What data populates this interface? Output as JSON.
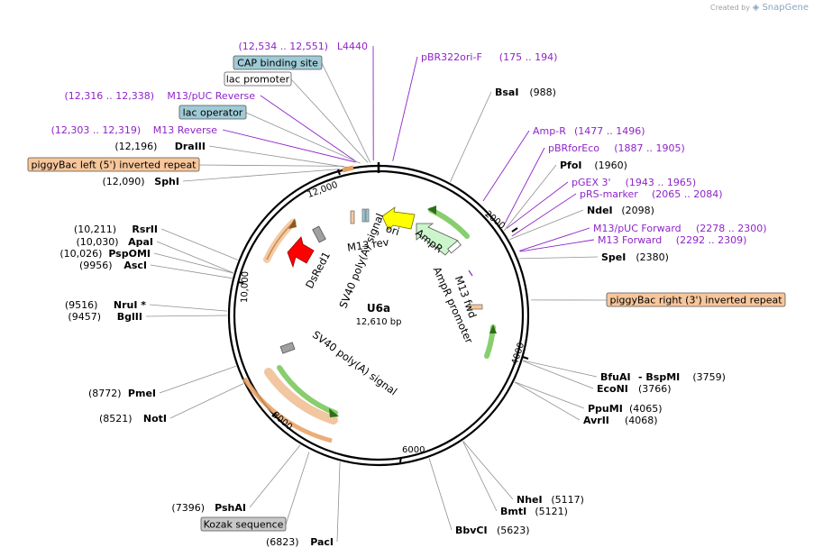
{
  "credit": {
    "prefix": "Created by",
    "brand": "SnapGene"
  },
  "plasmid": {
    "name": "U6a",
    "length_label": "12,610 bp"
  },
  "ticks": [
    {
      "label": "2000",
      "pos": 2000
    },
    {
      "label": "4000",
      "pos": 4000
    },
    {
      "label": "6000",
      "pos": 6000
    },
    {
      "label": "8000",
      "pos": 8000
    },
    {
      "label": "10,000",
      "pos": 10000
    },
    {
      "label": "12,000",
      "pos": 12000
    }
  ],
  "enzymes": [
    {
      "name": "BsaI",
      "pos_label": "(988)",
      "pos": 988
    },
    {
      "name": "PfoI",
      "pos_label": "(1960)",
      "pos": 1960
    },
    {
      "name": "NdeI",
      "pos_label": "(2098)",
      "pos": 2098
    },
    {
      "name": "SpeI",
      "pos_label": "(2380)",
      "pos": 2380
    },
    {
      "name": "BfuAI",
      "name2": "- BspMI",
      "pos_label": "(3759)",
      "pos": 3759
    },
    {
      "name": "EcoNI",
      "pos_label": "(3766)",
      "pos": 3766
    },
    {
      "name": "PpuMI",
      "pos_label": "(4065)",
      "pos": 4065
    },
    {
      "name": "AvrII",
      "pos_label": "(4068)",
      "pos": 4068
    },
    {
      "name": "NheI",
      "pos_label": "(5117)",
      "pos": 5117
    },
    {
      "name": "BmtI",
      "pos_label": "(5121)",
      "pos": 5121
    },
    {
      "name": "BbvCI",
      "pos_label": "(5623)",
      "pos": 5623
    },
    {
      "name": "PacI",
      "pos_label": "(6823)",
      "pos": 6823
    },
    {
      "name": "PshAI",
      "pos_label": "(7396)",
      "pos": 7396
    },
    {
      "name": "NotI",
      "pos_label": "(8521)",
      "pos": 8521
    },
    {
      "name": "PmeI",
      "pos_label": "(8772)",
      "pos": 8772
    },
    {
      "name": "BglII",
      "pos_label": "(9457)",
      "pos": 9457
    },
    {
      "name": "NruI *",
      "pos_label": "(9516)",
      "pos": 9516
    },
    {
      "name": "AscI",
      "pos_label": "(9956)",
      "pos": 9956
    },
    {
      "name": "PspOMI",
      "pos_label": "(10,026)",
      "pos": 10026
    },
    {
      "name": "ApaI",
      "pos_label": "(10,030)",
      "pos": 10030
    },
    {
      "name": "RsrII",
      "pos_label": "(10,211)",
      "pos": 10211
    },
    {
      "name": "SphI",
      "pos_label": "(12,090)",
      "pos": 12090
    },
    {
      "name": "DraIII",
      "pos_label": "(12,196)",
      "pos": 12196
    }
  ],
  "primers": [
    {
      "name": "L4440",
      "range": "(12,534 .. 12,551)",
      "pos": 12542
    },
    {
      "name": "pBR322ori-F",
      "range": "(175 .. 194)",
      "pos": 184
    },
    {
      "name": "M13/pUC Reverse",
      "range": "(12,316 .. 12,338)",
      "pos": 12327
    },
    {
      "name": "M13 Reverse",
      "range": "(12,303 .. 12,319)",
      "pos": 12311
    },
    {
      "name": "Amp-R",
      "range": "(1477 .. 1496)",
      "pos": 1486
    },
    {
      "name": "pBRforEco",
      "range": "(1887 .. 1905)",
      "pos": 1896
    },
    {
      "name": "pGEX 3'",
      "range": "(1943 .. 1965)",
      "pos": 1954
    },
    {
      "name": "pRS-marker",
      "range": "(2065 .. 2084)",
      "pos": 2074
    },
    {
      "name": "M13/pUC Forward",
      "range": "(2278 .. 2300)",
      "pos": 2289
    },
    {
      "name": "M13 Forward",
      "range": "(2292 .. 2309)",
      "pos": 2300
    }
  ],
  "boxed_features": [
    {
      "name": "CAP binding site",
      "color": "#9fcbd6",
      "pos": 12500
    },
    {
      "name": "lac promoter",
      "color": "#ffffff",
      "pos": 12470
    },
    {
      "name": "lac operator",
      "color": "#9fcbd6",
      "pos": 12370
    },
    {
      "name": "piggyBac left (5') inverted repeat",
      "color": "#f7c69b",
      "pos": 12150
    },
    {
      "name": "piggyBac right (3') inverted repeat",
      "color": "#f7c69b",
      "pos": 2950
    },
    {
      "name": "Kozak sequence",
      "color": "#c8c8c8",
      "pos": 7250
    }
  ],
  "inner_features": [
    {
      "name": "ori",
      "color": "#ffff00"
    },
    {
      "name": "AmpR",
      "color": "#ccf5cc"
    },
    {
      "name": "AmpR promoter",
      "color": "#ffffff"
    },
    {
      "name": "M13 fwd",
      "color": "#ffffff"
    },
    {
      "name": "M13 rev",
      "color": "#ffffff"
    },
    {
      "name": "DsRed1",
      "color": "#ff0000"
    },
    {
      "name": "SV40 poly(A) signal",
      "color": "#a0a0a0"
    },
    {
      "name": "SV40 poly(A) signal",
      "color": "#ffffff"
    }
  ],
  "colors": {
    "backbone": "#000000",
    "piggybac": "#e8a060",
    "green_arc": "#6cc24a",
    "primer": "#8f24c8",
    "enzyme_line": "#909090"
  }
}
